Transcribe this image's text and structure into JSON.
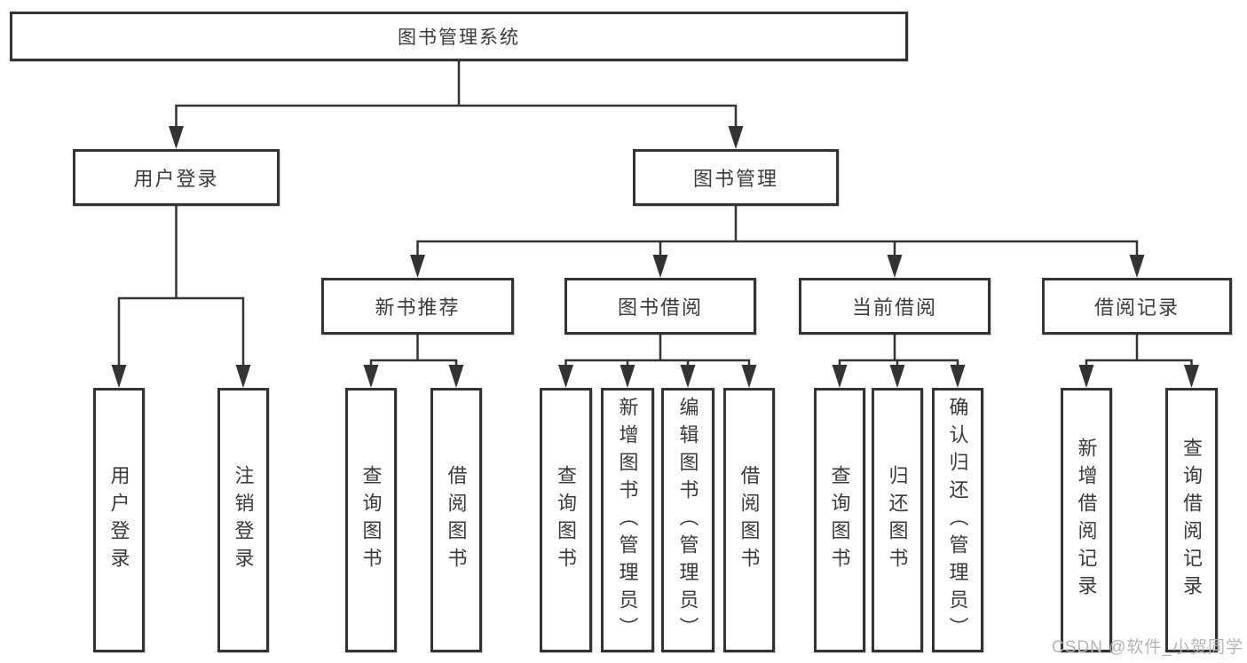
{
  "diagram_type": "hierarchy-tree",
  "tree": {
    "label": "图书管理系统",
    "children": [
      {
        "label": "用户登录",
        "children": [
          {
            "label": "用户登录"
          },
          {
            "label": "注销登录"
          }
        ]
      },
      {
        "label": "图书管理",
        "children": [
          {
            "label": "新书推荐",
            "children": [
              {
                "label": "查询图书"
              },
              {
                "label": "借阅图书"
              }
            ]
          },
          {
            "label": "图书借阅",
            "children": [
              {
                "label": "查询图书"
              },
              {
                "label": "新增图书（管理员）"
              },
              {
                "label": "编辑图书（管理员）"
              },
              {
                "label": "借阅图书"
              }
            ]
          },
          {
            "label": "当前借阅",
            "children": [
              {
                "label": "查询图书"
              },
              {
                "label": "归还图书"
              },
              {
                "label": "确认归还（管理员）"
              }
            ]
          },
          {
            "label": "借阅记录",
            "children": [
              {
                "label": "新增借阅记录"
              },
              {
                "label": "查询借阅记录"
              }
            ]
          }
        ]
      }
    ]
  },
  "watermark": {
    "text": "CSDN @软件_小贺同学"
  },
  "colors": {
    "line": "#333333",
    "box_border": "#333333",
    "text": "#3a3a3a",
    "background": "#ffffff",
    "watermark": "#b5b5b5"
  }
}
